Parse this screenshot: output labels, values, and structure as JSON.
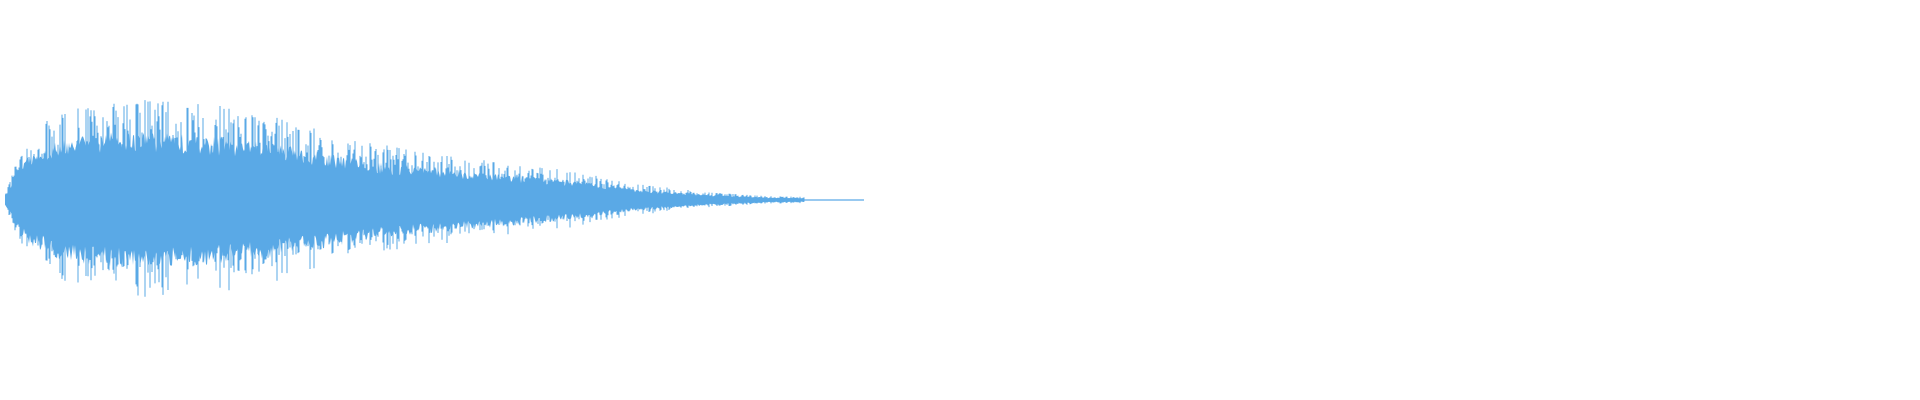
{
  "waveform": {
    "color": "#5aa9e6",
    "background": "#ffffff",
    "envelope": [
      {
        "t": 0.0,
        "amp": 0.0
      },
      {
        "t": 0.004,
        "amp": 0.12
      },
      {
        "t": 0.012,
        "amp": 0.55
      },
      {
        "t": 0.03,
        "amp": 0.8
      },
      {
        "t": 0.06,
        "amp": 0.92
      },
      {
        "t": 0.1,
        "amp": 0.9
      },
      {
        "t": 0.14,
        "amp": 0.78
      },
      {
        "t": 0.2,
        "amp": 0.5
      },
      {
        "t": 0.26,
        "amp": 0.36
      },
      {
        "t": 0.3,
        "amp": 0.26
      },
      {
        "t": 0.33,
        "amp": 0.15
      },
      {
        "t": 0.37,
        "amp": 0.07
      },
      {
        "t": 0.4,
        "amp": 0.035
      },
      {
        "t": 0.45,
        "amp": 0.02
      }
    ],
    "end_fraction": 0.45
  }
}
